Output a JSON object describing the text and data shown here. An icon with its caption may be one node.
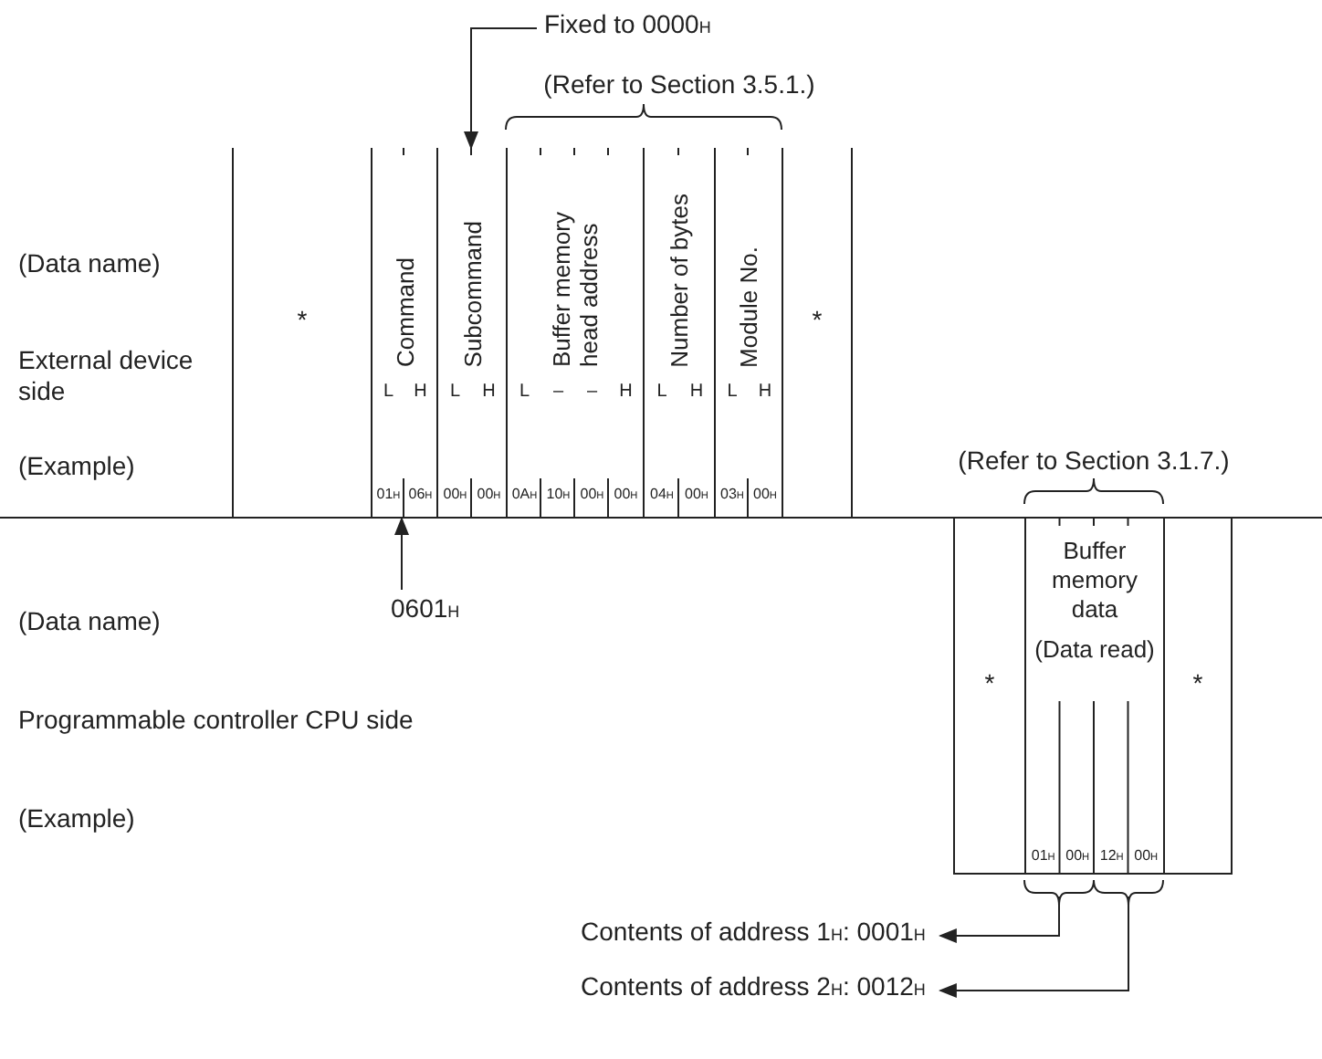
{
  "diagram": {
    "nodes": [
      {
        "text": [
          "*"
        ]
      },
      {
        "text": [
          "Command",
          "L",
          "H",
          "01$_{H}$",
          "06$_{H}$"
        ]
      },
      {
        "text": [
          "Subcommand",
          "L",
          "H",
          "00$_{H}$",
          "00$_{H}$"
        ]
      },
      {
        "text": [
          "Buffer memory head address",
          "L",
          "–",
          "–",
          "H",
          "0A$_{H}$",
          "10$_{H}$",
          "00$_{H}$",
          "00$_{H}$"
        ]
      },
      {
        "text": [
          "Number of bytes",
          "L",
          "H",
          "04$_{H}$",
          "00$_{H}$"
        ]
      },
      {
        "text": [
          "Module No.",
          "L",
          "H",
          "03$_{H}$",
          "00$_{H}$"
        ]
      },
      {
        "text": [
          "*"
        ]
      },
      {
        "text": [
          "*"
        ]
      },
      {
        "text": [
          "Buffer memory data",
          "(Data read)",
          "01$_{H}$",
          "00$_{H}$",
          "12$_{H}$",
          "00$_{H}$"
        ]
      },
      {
        "text": [
          "*"
        ]
      },
      {
        "text": [
          "Fixed to 0000$_{H}$"
        ]
      },
      {
        "text": [
          "0601$_{H}$"
        ]
      },
      {
        "text": [
          "Contents of address 1$_{H}$: 0001$_{H}$"
        ]
      },
      {
        "text": [
          "Contents of address 2$_{H}$: 0012$_{H}$"
        ]
      }
    ],
    "edges": [
      {
        "from": 10,
        "to": 2,
        "arrow": "to"
      },
      {
        "from": 11,
        "to": 1,
        "arrow": "to"
      },
      {
        "from": 8,
        "to": 12,
        "arrow": "to"
      },
      {
        "from": 8,
        "to": 13,
        "arrow": "to"
      }
    ],
    "labels": [
      "(Refer to Section 3.5.1.)",
      "(Data name)",
      "External device side",
      "(Example)",
      "(Refer to Section 3.1.7.)",
      "(Data name)",
      "Programmable controller CPU side",
      "(Example)"
    ]
  }
}
